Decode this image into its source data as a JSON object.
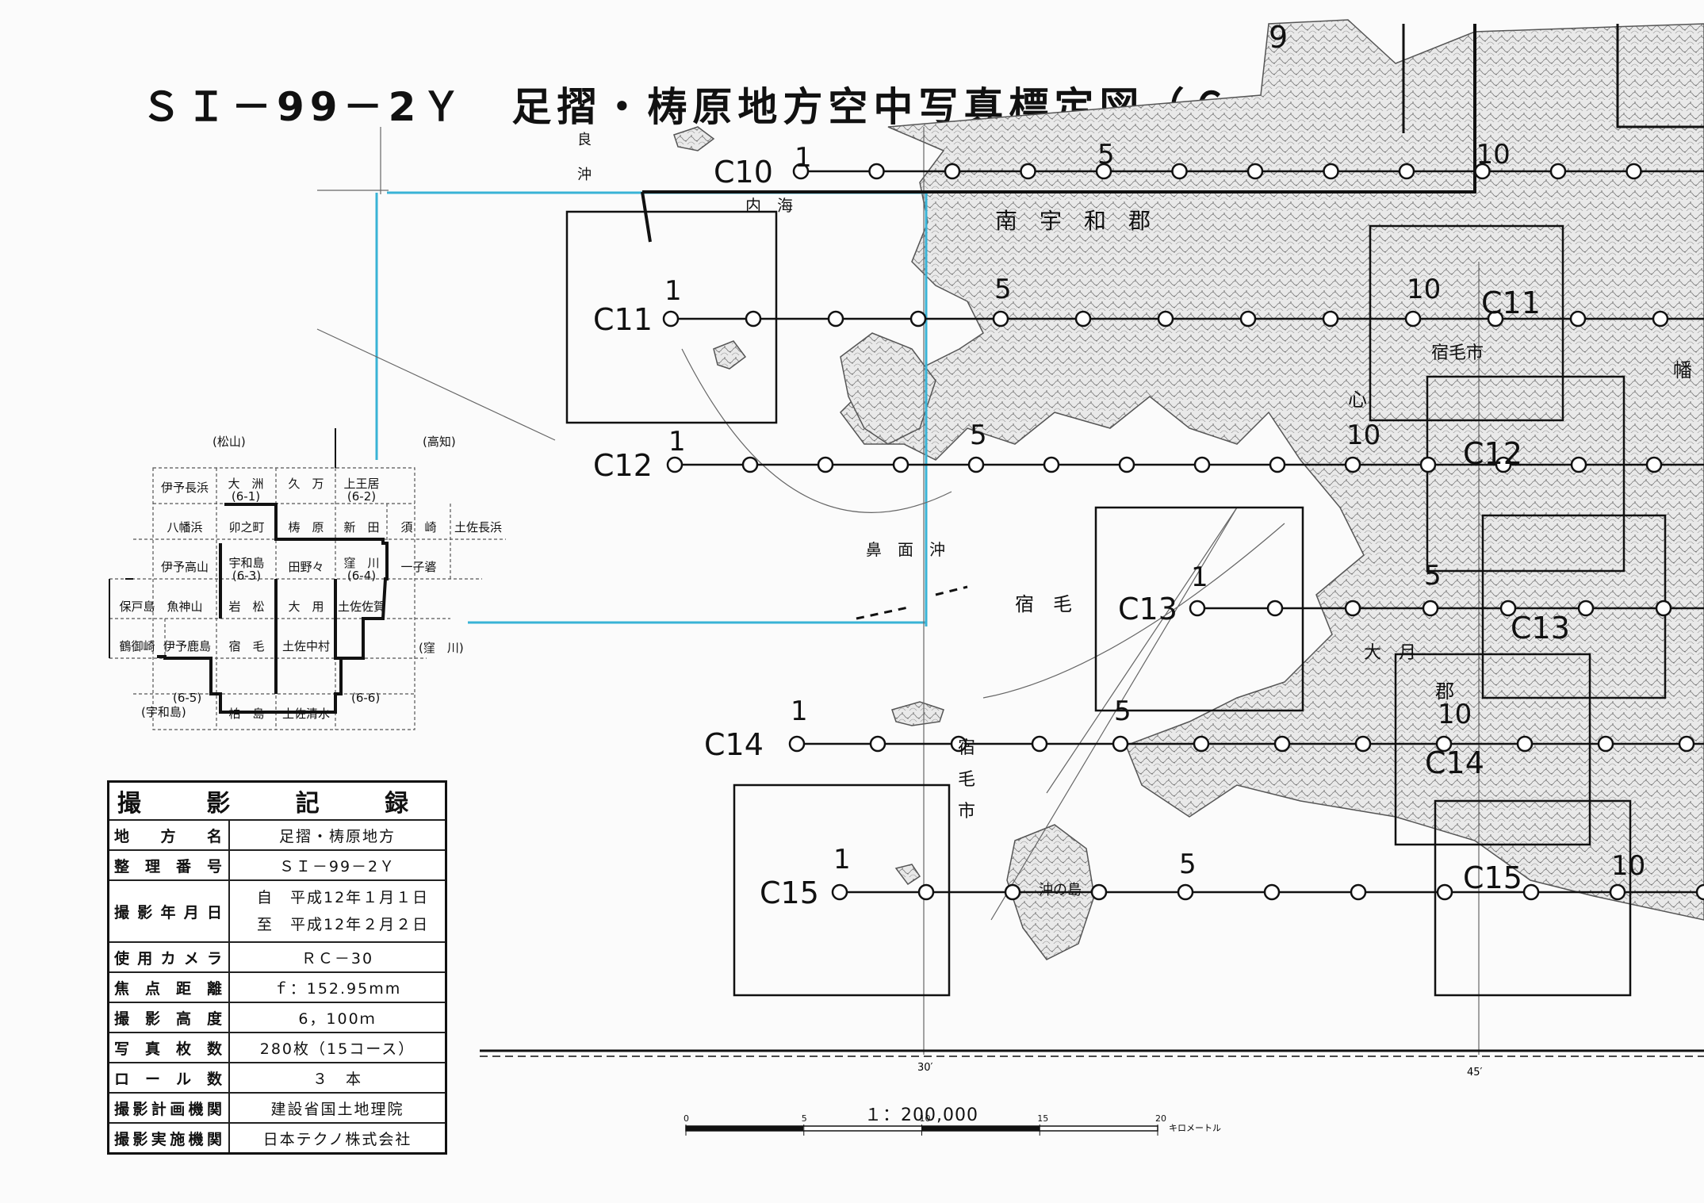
{
  "title": "ＳＩ－99－2Ｙ　足摺・梼原地方空中写真標定図（６－５）",
  "index_map": {
    "corner_labels": [
      "(松山)",
      "(高知)",
      "(窪　川)",
      "(6-5)",
      "(宇和島)",
      "(6-6)"
    ],
    "cells": [
      "伊予長浜",
      "大　洲",
      "(6-1)",
      "久　万",
      "上王居",
      "(6-2)",
      "八幡浜",
      "卯之町",
      "梼　原",
      "新　田",
      "須　崎",
      "土佐長浜",
      "伊予高山",
      "宇和島",
      "(6-3)",
      "田野々",
      "窪　川",
      "(6-4)",
      "一子碆",
      "保戸島",
      "魚神山",
      "岩　松",
      "大　用",
      "土佐佐賀",
      "鶴御崎",
      "伊予鹿島",
      "宿　毛",
      "土佐中村",
      "柏　島",
      "土佐清水"
    ]
  },
  "record": {
    "heading": "撮 影 記 録",
    "rows": [
      {
        "label": "地 方 名",
        "value": "足摺・梼原地方"
      },
      {
        "label": "整 理 番 号",
        "value": "ＳＩ－99－2Ｙ"
      },
      {
        "label": "撮影年月日",
        "line1": "自　平成12年１月１日",
        "line2": "至　平成12年２月２日"
      },
      {
        "label": "使用カメラ",
        "value": "ＲＣ－30"
      },
      {
        "label": "焦 点 距 離",
        "value": "ｆ：152.95mm"
      },
      {
        "label": "撮 影 高 度",
        "value": "6，100ｍ"
      },
      {
        "label": "写 真 枚 数",
        "value": "280枚（15コース）"
      },
      {
        "label": "ロ ー ル 数",
        "value": "３　本"
      },
      {
        "label": "撮影計画機関",
        "value": "建設省国土地理院"
      },
      {
        "label": "撮影実施機関",
        "value": "日本テクノ株式会社"
      }
    ]
  },
  "courses": [
    {
      "label": "C10",
      "photo_numbers": [
        "1",
        "5",
        "10"
      ]
    },
    {
      "label": "C11",
      "photo_numbers": [
        "1",
        "5",
        "10"
      ]
    },
    {
      "label": "C12",
      "photo_numbers": [
        "1",
        "5",
        "10"
      ]
    },
    {
      "label": "C13",
      "photo_numbers": [
        "1",
        "5"
      ]
    },
    {
      "label": "C14",
      "photo_numbers": [
        "1",
        "5",
        "10"
      ]
    },
    {
      "label": "C15",
      "photo_numbers": [
        "1",
        "5",
        "10"
      ]
    }
  ],
  "right_edge_labels": [
    "C11",
    "C12",
    "C13",
    "C14",
    "C15",
    "9"
  ],
  "place_names": [
    "内　海",
    "鼻　面　沖",
    "宿　毛",
    "南　宇　和　郡",
    "宿毛市",
    "沖の島",
    "良",
    "沖",
    "宿",
    "毛",
    "市",
    "心",
    "郡",
    "大　月",
    "幡"
  ],
  "scale": {
    "label": "１：200,000",
    "ticks": [
      "0",
      "5",
      "10",
      "15",
      "20"
    ],
    "unit": "キロメートル"
  },
  "meridian_labels": [
    "30′",
    "45′"
  ],
  "colors": {
    "ink": "#111111",
    "cyan_frame": "#39b3d6",
    "paper": "#fbfbfb",
    "terrain": "#444444"
  }
}
